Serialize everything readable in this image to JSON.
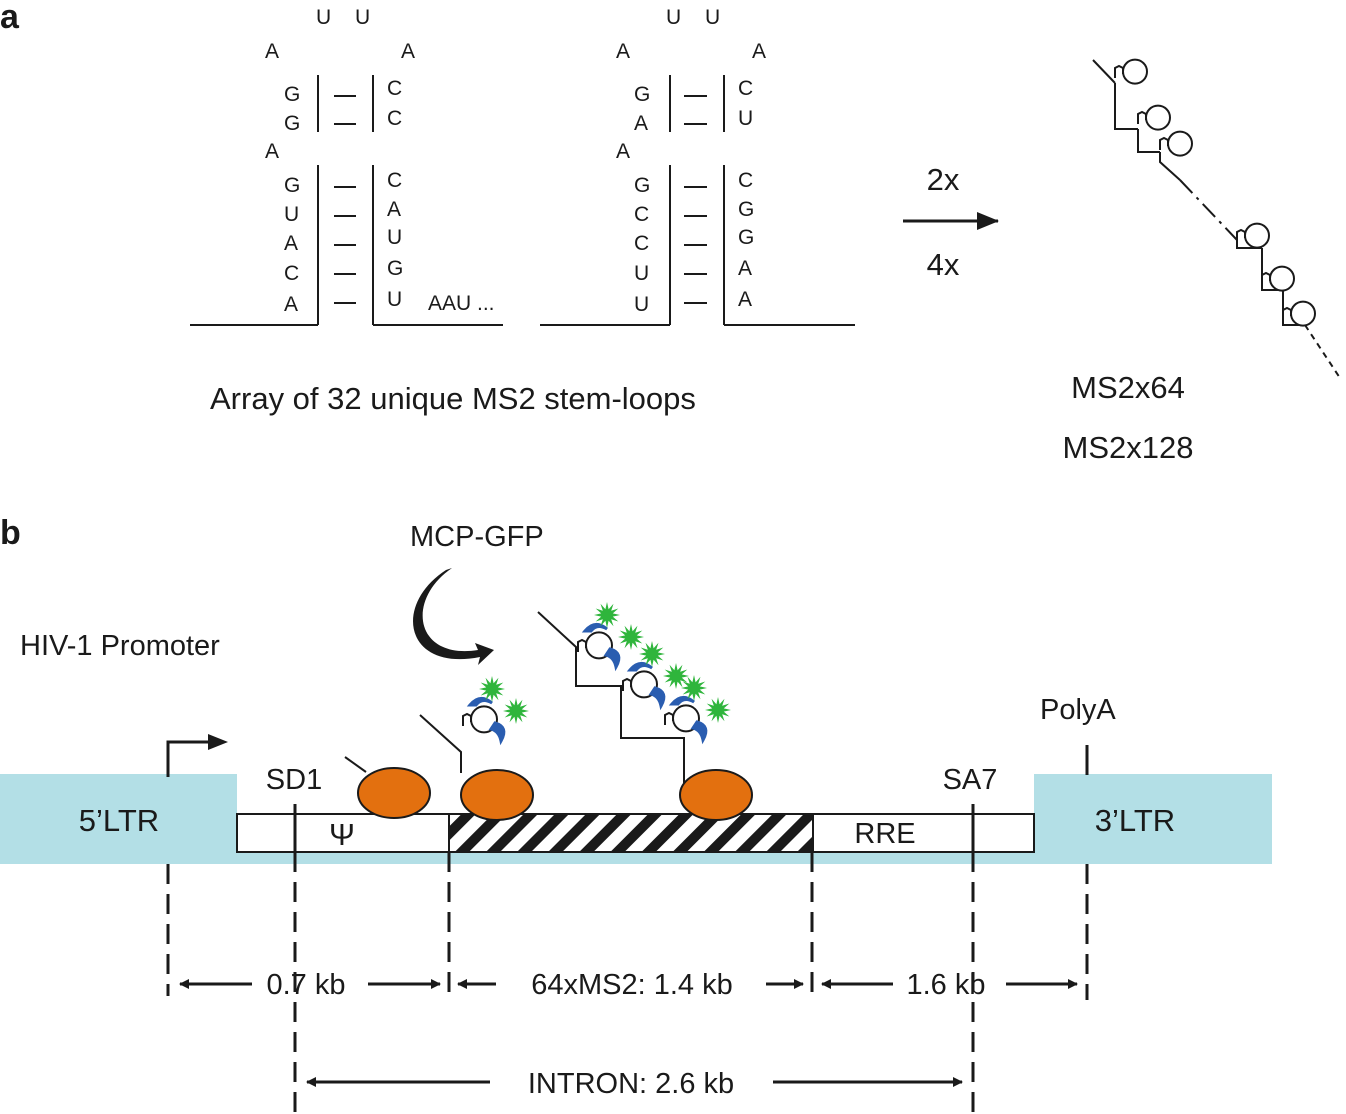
{
  "panel_a": {
    "label": "a",
    "loop1": {
      "loop_top": [
        "U",
        "U"
      ],
      "loop_left": "A",
      "loop_right": "A",
      "upper_left": [
        "G",
        "G"
      ],
      "upper_right": [
        "C",
        "C"
      ],
      "bulge": "A",
      "lower_left": [
        "G",
        "U",
        "A",
        "C",
        "A"
      ],
      "lower_right": [
        "C",
        "A",
        "U",
        "G",
        "U"
      ],
      "tail": "AAU ..."
    },
    "loop2": {
      "loop_top": [
        "U",
        "U"
      ],
      "loop_left": "A",
      "loop_right": "A",
      "upper_left": [
        "G",
        "A"
      ],
      "upper_right": [
        "C",
        "U"
      ],
      "bulge": "A",
      "lower_left": [
        "G",
        "C",
        "C",
        "U",
        "U"
      ],
      "lower_right": [
        "C",
        "G",
        "G",
        "A",
        "A"
      ]
    },
    "array_caption": "Array of  32 unique MS2 stem-loops",
    "multiplier_top": "2x",
    "multiplier_bottom": "4x",
    "result_1": "MS2x64",
    "result_2": "MS2x128"
  },
  "panel_b": {
    "label": "b",
    "mcp_label": "MCP-GFP",
    "promoter_label": "HIV-1 Promoter",
    "polya_label": "PolyA",
    "sd1_label": "SD1",
    "sa7_label": "SA7",
    "ltr5_label": "5’LTR",
    "ltr3_label": "3’LTR",
    "psi_label": "Ψ",
    "rre_label": "RRE",
    "dist_1": "0.7 kb",
    "dist_2": "64xMS2: 1.4 kb",
    "dist_3": "1.6 kb",
    "intron": "INTRON: 2.6 kb"
  },
  "colors": {
    "ltr": "#b3dfe6",
    "ribosome": "#e3700f",
    "gfp": "#2fb53c",
    "mcp": "#2a5db0",
    "line": "#1a1a1a"
  }
}
